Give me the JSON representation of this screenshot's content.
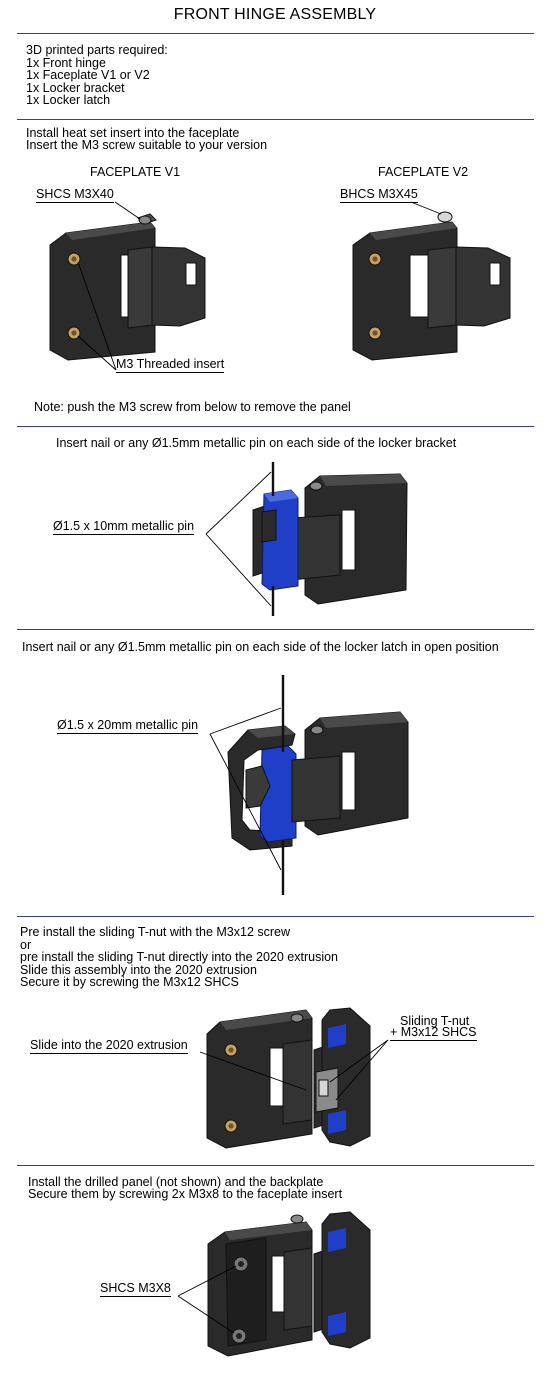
{
  "title": "FRONT HINGE ASSEMBLY",
  "parts": {
    "heading": "3D printed parts required:",
    "items": [
      "1x Front hinge",
      "1x Faceplate V1 or V2",
      "1x Locker bracket",
      "1x Locker latch"
    ]
  },
  "step1": {
    "lines": [
      "Install heat set insert into the faceplate",
      "Insert the M3 screw suitable to your version"
    ],
    "faceplate_v1": "FACEPLATE V1",
    "faceplate_v2": "FACEPLATE V2",
    "screw_v1": "SHCS M3X40",
    "screw_v2": "BHCS M3X45",
    "insert_label": "M3 Threaded insert",
    "note": "Note: push the M3 screw from below to remove the panel"
  },
  "step2": {
    "line": "Insert nail or any Ø1.5mm metallic pin on each side of the locker bracket",
    "pin_label": "Ø1.5 x 10mm metallic pin"
  },
  "step3": {
    "line": "Insert nail or any Ø1.5mm metallic pin on each side of the locker latch in open position",
    "pin_label": "Ø1.5 x 20mm metallic pin"
  },
  "step4": {
    "lines": [
      "Pre install the sliding T-nut with the M3x12 screw",
      "or",
      "pre install the sliding T-nut directly into the 2020 extrusion",
      "Slide this assembly into the 2020 extrusion",
      "Secure it by screwing the M3x12 SHCS"
    ],
    "slide_label": "Slide into the 2020 extrusion",
    "tnut_label_1": "Sliding T-nut",
    "tnut_label_2": "+ M3x12 SHCS"
  },
  "step5": {
    "lines": [
      "Install the drilled panel (not shown) and the backplate",
      "Secure them by screwing 2x M3x8 to the faceplate insert"
    ],
    "screw_label": "SHCS M3X8"
  },
  "colors": {
    "rule": "#3c3c8c",
    "part_dark": "#2a2a2a",
    "part_blue": "#1f3fc8",
    "brass": "#c8a060"
  }
}
